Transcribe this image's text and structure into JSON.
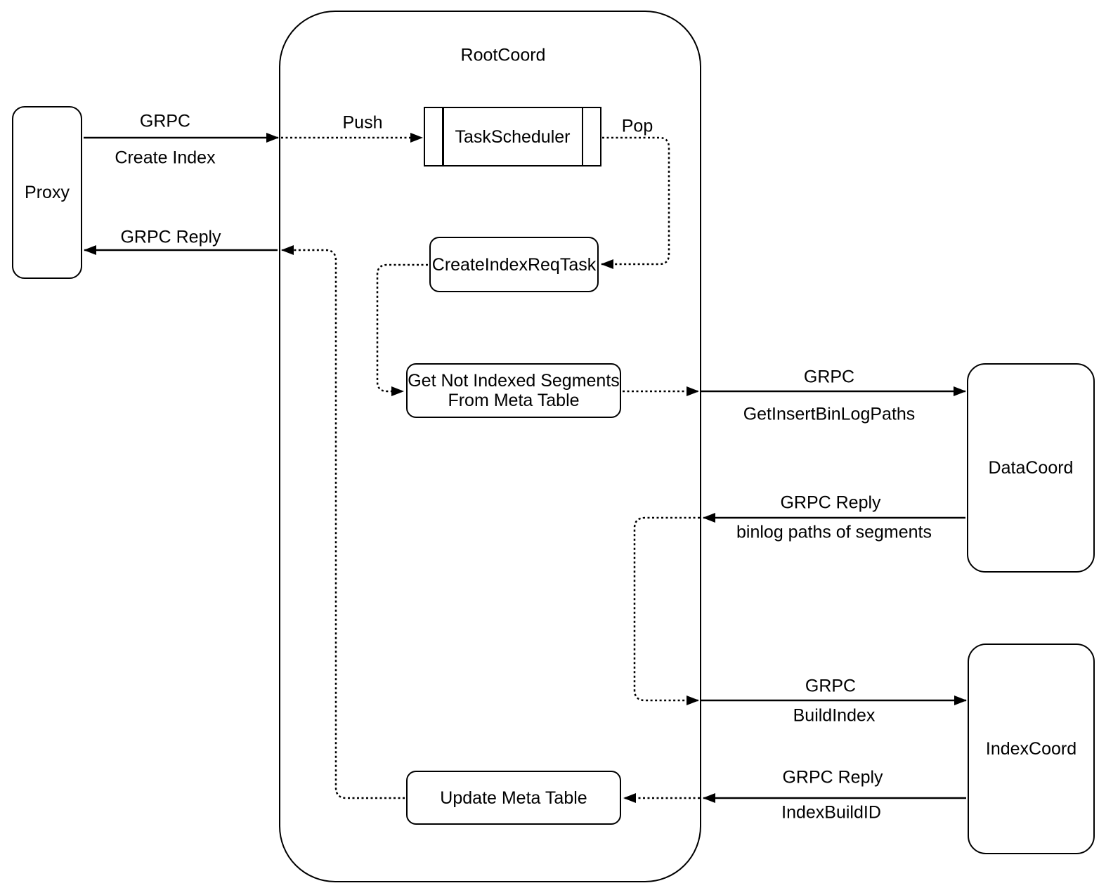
{
  "diagram": {
    "colors": {
      "stroke": "#000000",
      "background": "#ffffff",
      "box_fill": "#ffffff"
    },
    "nodes": {
      "proxy": {
        "label": "Proxy"
      },
      "rootcoord": {
        "title": "RootCoord"
      },
      "task_scheduler": {
        "label": "TaskScheduler"
      },
      "create_index_req_task": {
        "label": "CreateIndexReqTask"
      },
      "get_not_indexed_segments": {
        "label_line1": "Get Not Indexed Segments",
        "label_line2": "From Meta Table"
      },
      "update_meta_table": {
        "label": "Update Meta Table"
      },
      "datacoord": {
        "label": "DataCoord"
      },
      "indexcoord": {
        "label": "IndexCoord"
      }
    },
    "edges": {
      "grpc_create_index": {
        "label_top": "GRPC",
        "label_bottom": "Create Index"
      },
      "push": {
        "label": "Push"
      },
      "pop": {
        "label": "Pop"
      },
      "grpc_get_insert_binlog_paths": {
        "label_top": "GRPC",
        "label_bottom": "GetInsertBinLogPaths"
      },
      "grpc_reply_binlog_paths": {
        "label_top": "GRPC Reply",
        "label_bottom": "binlog paths of segments"
      },
      "grpc_build_index": {
        "label_top": "GRPC",
        "label_bottom": "BuildIndex"
      },
      "grpc_reply_index_build_id": {
        "label_top": "GRPC Reply",
        "label_bottom": "IndexBuildID"
      },
      "grpc_reply_to_proxy": {
        "label": "GRPC Reply"
      }
    }
  }
}
